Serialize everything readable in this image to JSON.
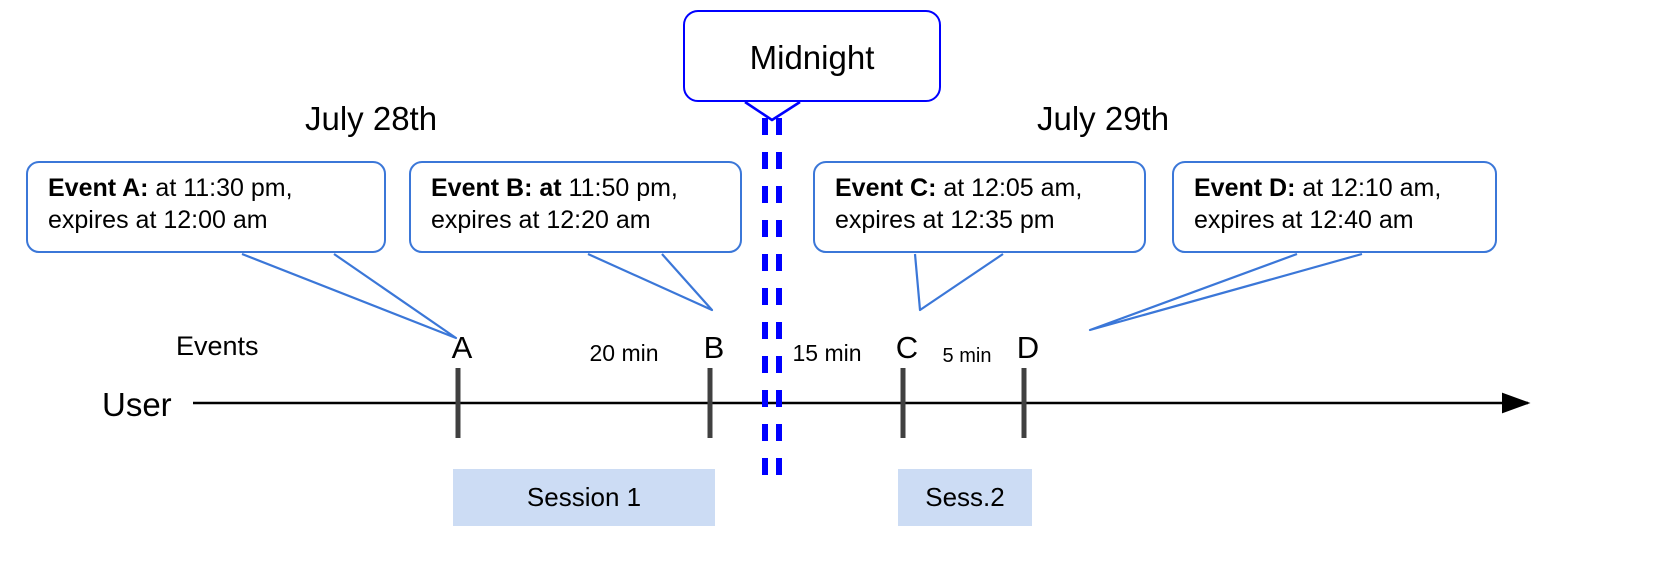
{
  "diagram": {
    "title_bubble": {
      "label": "Midnight"
    },
    "dates": [
      {
        "name": "july-28",
        "label": "July 28th"
      },
      {
        "name": "july-29",
        "label": "July 29th"
      }
    ],
    "axis": {
      "row_label_events": "Events",
      "row_label_user": "User"
    },
    "events": [
      {
        "id": "A",
        "marker": "A",
        "bold_prefix": "Event A:",
        "line1_rest": " at 11:30 pm,",
        "line2": "expires at 12:00 am",
        "start_time": "11:30 pm",
        "expiry_time": "12:00 am"
      },
      {
        "id": "B",
        "marker": "B",
        "bold_prefix": "Event B: at",
        "line1_rest": " 11:50 pm,",
        "line2": "expires at 12:20 am",
        "start_time": "11:50 pm",
        "expiry_time": "12:20 am"
      },
      {
        "id": "C",
        "marker": "C",
        "bold_prefix": "Event C:",
        "line1_rest": " at 12:05 am,",
        "line2": "expires at 12:35 pm",
        "start_time": "12:05 am",
        "expiry_time": "12:35 pm"
      },
      {
        "id": "D",
        "marker": "D",
        "bold_prefix": "Event D:",
        "line1_rest": "  at 12:10 am,",
        "line2": "expires at 12:40 am",
        "start_time": "12:10 am",
        "expiry_time": "12:40 am"
      }
    ],
    "intervals": [
      {
        "between": "A-B",
        "label": "20 min"
      },
      {
        "between": "B-C",
        "label": "15 min"
      },
      {
        "between": "C-D",
        "label": "5 min"
      }
    ],
    "sessions": [
      {
        "id": "session-1",
        "label": "Session 1"
      },
      {
        "id": "session-2",
        "label": "Sess.2"
      }
    ],
    "colors": {
      "callout_border": "#3b77d8",
      "midnight_line": "#0000ff",
      "session_fill": "#ccdcf4",
      "axis": "#000000",
      "marker_tick": "#404040"
    }
  }
}
